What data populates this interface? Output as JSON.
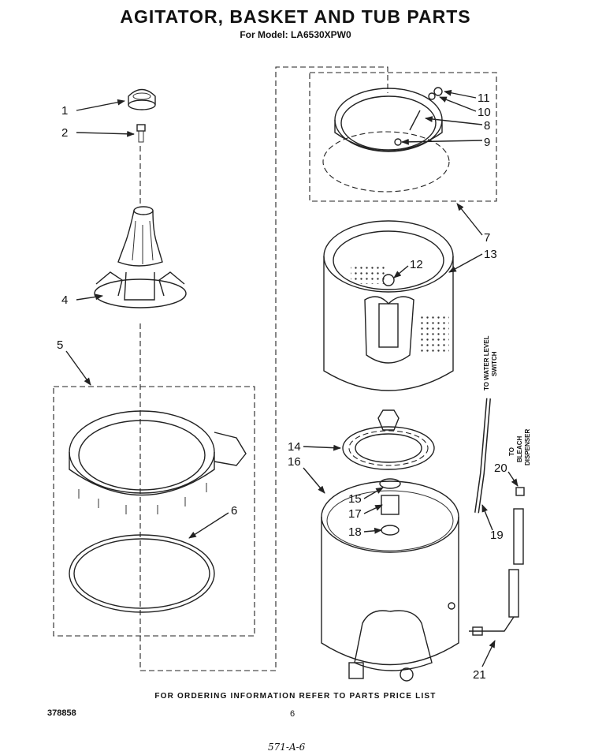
{
  "header": {
    "title": "AGITATOR, BASKET AND TUB PARTS",
    "subtitle": "For Model: LA6530XPW0"
  },
  "callouts": [
    "1",
    "2",
    "4",
    "5",
    "6",
    "7",
    "8",
    "9",
    "10",
    "11",
    "12",
    "13",
    "14",
    "15",
    "16",
    "17",
    "18",
    "19",
    "20",
    "21"
  ],
  "side_labels": {
    "water_level": [
      "TO WATER LEVEL",
      "SWITCH"
    ],
    "bleach": [
      "TO",
      "BLEACH",
      "DISPENSER"
    ]
  },
  "footer": {
    "note": "FOR ORDERING INFORMATION REFER TO PARTS PRICE LIST",
    "doc_number": "378858",
    "page_number": "6",
    "handwritten": "571-A-6"
  }
}
